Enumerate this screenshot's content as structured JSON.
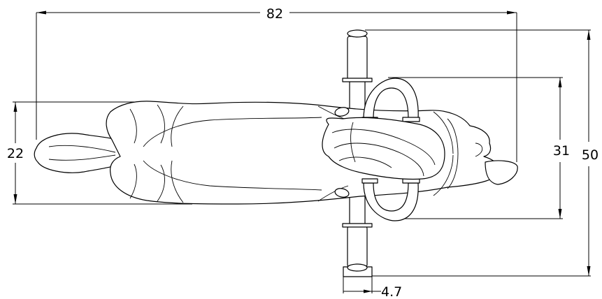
{
  "dimensions": {
    "overall_length": "82",
    "overall_width": "50",
    "handle_span": "31",
    "body_width": "22",
    "handle_grip": "4.7"
  }
}
